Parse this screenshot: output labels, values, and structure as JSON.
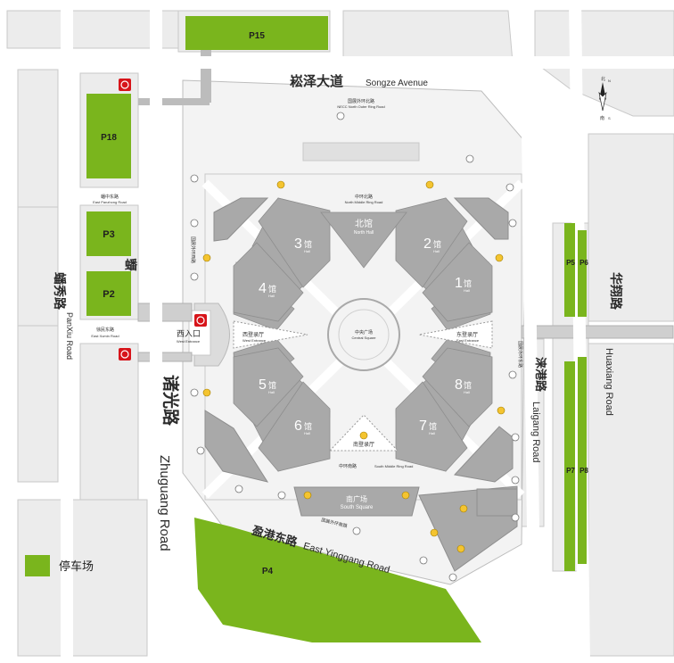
{
  "roads": {
    "songze": {
      "cn": "崧泽大道",
      "en": "Songze Avenue"
    },
    "zhuguang": {
      "cn": "诸光路",
      "en": "Zhuguang Road"
    },
    "yinggang": {
      "cn": "盈港东路",
      "en": "East Yinggang Road"
    },
    "laigang": {
      "cn": "涞港路",
      "en": "Laigang Road"
    },
    "huaxiang": {
      "cn": "华翔路",
      "en": "Huaxiang Road"
    },
    "panxiu": {
      "cn": "蟠秀路",
      "en": "PanXiu Road"
    },
    "panzhong": {
      "cn": "蟠中东路",
      "en": "East Panzhong Road"
    },
    "xumin": {
      "cn": "徐民东路",
      "en": "East Xumin Road"
    },
    "ring_north": {
      "cn": "国展外环北路",
      "en": "NECC North Outer Ring Road"
    },
    "ring_west": {
      "cn": "国展外环西路"
    },
    "ring_east": {
      "cn": "国展外环东路"
    },
    "ring_south": {
      "cn": "国展外环南路"
    },
    "mid_north": {
      "cn": "中环北路",
      "en": "North Middle Ring Road"
    },
    "mid_south": {
      "cn": "中环南路",
      "en": "South Middle Ring Road"
    }
  },
  "lots": {
    "p15": "P15",
    "p18": "P18",
    "p3": "P3",
    "p2": "P2",
    "p4": "P4",
    "p5": "P5",
    "p6": "P6",
    "p7": "P7",
    "p8": "P8"
  },
  "halls": {
    "h1": {
      "num": "1",
      "cn": "馆",
      "en": "Hall"
    },
    "h2": {
      "num": "2",
      "cn": "馆",
      "en": "Hall"
    },
    "h3": {
      "num": "3",
      "cn": "馆",
      "en": "Hall"
    },
    "h4": {
      "num": "4",
      "cn": "馆",
      "en": "Hall"
    },
    "h5": {
      "num": "5",
      "cn": "馆",
      "en": "Hall"
    },
    "h6": {
      "num": "6",
      "cn": "馆",
      "en": "Hall"
    },
    "h7": {
      "num": "7",
      "cn": "馆",
      "en": "Hall"
    },
    "h8": {
      "num": "8",
      "cn": "馆",
      "en": "Hall"
    }
  },
  "areas": {
    "north_hall": {
      "cn": "北馆",
      "en": "North Hall"
    },
    "central_square": {
      "cn": "中央广场",
      "en": "Central Square"
    },
    "east_hall": {
      "cn": "东登录厅",
      "en": "East Entrance"
    },
    "west_hall": {
      "cn": "西登录厅",
      "en": "West Entrance"
    },
    "south_square": {
      "cn": "南广场",
      "en": "South Square"
    },
    "south_hall": {
      "cn": "南登录厅"
    },
    "west_gate": {
      "cn": "西入口",
      "en": "West Entrance"
    }
  },
  "compass": {
    "north": "北",
    "south": "南",
    "n": "N",
    "s": "S"
  },
  "legend": {
    "label": "停车场",
    "color": "#7ab51d"
  },
  "colors": {
    "lot_green": "#7ab51d",
    "hall_gray": "#a9a9a9",
    "block_gray": "#e8e8e8",
    "road_white": "#ffffff",
    "metro_red": "#d7141a",
    "parking_yellow": "#f4c430"
  },
  "icons": [
    "metro-icon",
    "parking-icon",
    "compass-icon",
    "route-marker-icon"
  ]
}
